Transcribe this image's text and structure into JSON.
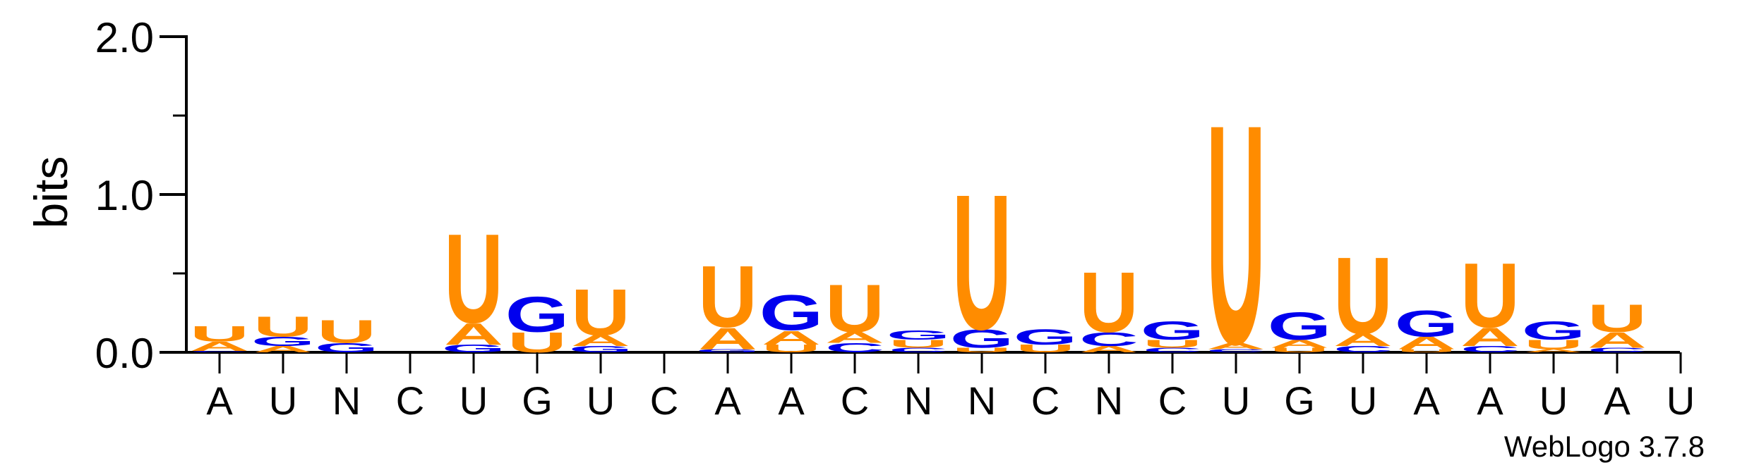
{
  "chart_data": {
    "type": "sequence-logo",
    "ylabel": "bits",
    "ylim": [
      0,
      2.0
    ],
    "yticks": [
      "0.0",
      "1.0",
      "2.0"
    ],
    "x_labels": [
      "A",
      "U",
      "N",
      "C",
      "U",
      "G",
      "U",
      "C",
      "A",
      "A",
      "C",
      "N",
      "N",
      "C",
      "N",
      "C",
      "U",
      "G",
      "U",
      "A",
      "A",
      "U",
      "A",
      "U"
    ],
    "footer": "WebLogo 3.7.8",
    "colors": {
      "A": "#ff8c00",
      "U": "#ff8c00",
      "G": "#0000ee",
      "C": "#0000ee"
    },
    "stacks": [
      [
        [
          "U",
          0.1
        ],
        [
          "A",
          0.06
        ],
        [
          "C",
          0.01
        ]
      ],
      [
        [
          "U",
          0.13
        ],
        [
          "G",
          0.06
        ],
        [
          "A",
          0.04
        ]
      ],
      [
        [
          "U",
          0.15
        ],
        [
          "G",
          0.06
        ]
      ],
      [],
      [
        [
          "U",
          0.58
        ],
        [
          "A",
          0.14
        ],
        [
          "G",
          0.05
        ]
      ],
      [
        [
          "G",
          0.23
        ],
        [
          "U",
          0.13
        ]
      ],
      [
        [
          "U",
          0.3
        ],
        [
          "A",
          0.07
        ],
        [
          "G",
          0.04
        ]
      ],
      [],
      [
        [
          "U",
          0.4
        ],
        [
          "A",
          0.14
        ],
        [
          "G",
          0.02
        ]
      ],
      [
        [
          "G",
          0.23
        ],
        [
          "A",
          0.09
        ],
        [
          "U",
          0.05
        ]
      ],
      [
        [
          "U",
          0.31
        ],
        [
          "A",
          0.07
        ],
        [
          "C",
          0.06
        ]
      ],
      [
        [
          "G",
          0.06
        ],
        [
          "U",
          0.05
        ],
        [
          "C",
          0.03
        ]
      ],
      [
        [
          "U",
          0.88
        ],
        [
          "G",
          0.12
        ],
        [
          "U",
          0.03
        ]
      ],
      [
        [
          "G",
          0.1
        ],
        [
          "U",
          0.05
        ]
      ],
      [
        [
          "U",
          0.39
        ],
        [
          "C",
          0.09
        ],
        [
          "A",
          0.04
        ]
      ],
      [
        [
          "G",
          0.12
        ],
        [
          "U",
          0.05
        ],
        [
          "C",
          0.03
        ]
      ],
      [
        [
          "U",
          1.43
        ],
        [
          "A",
          0.04
        ],
        [
          "C",
          0.02
        ]
      ],
      [
        [
          "G",
          0.18
        ],
        [
          "A",
          0.05
        ],
        [
          "U",
          0.03
        ]
      ],
      [
        [
          "U",
          0.5
        ],
        [
          "A",
          0.08
        ],
        [
          "C",
          0.04
        ]
      ],
      [
        [
          "G",
          0.17
        ],
        [
          "A",
          0.08
        ],
        [
          "U",
          0.02
        ]
      ],
      [
        [
          "U",
          0.42
        ],
        [
          "A",
          0.12
        ],
        [
          "C",
          0.04
        ]
      ],
      [
        [
          "G",
          0.12
        ],
        [
          "U",
          0.06
        ],
        [
          "A",
          0.02
        ]
      ],
      [
        [
          "U",
          0.18
        ],
        [
          "A",
          0.1
        ],
        [
          "C",
          0.03
        ]
      ],
      []
    ]
  }
}
